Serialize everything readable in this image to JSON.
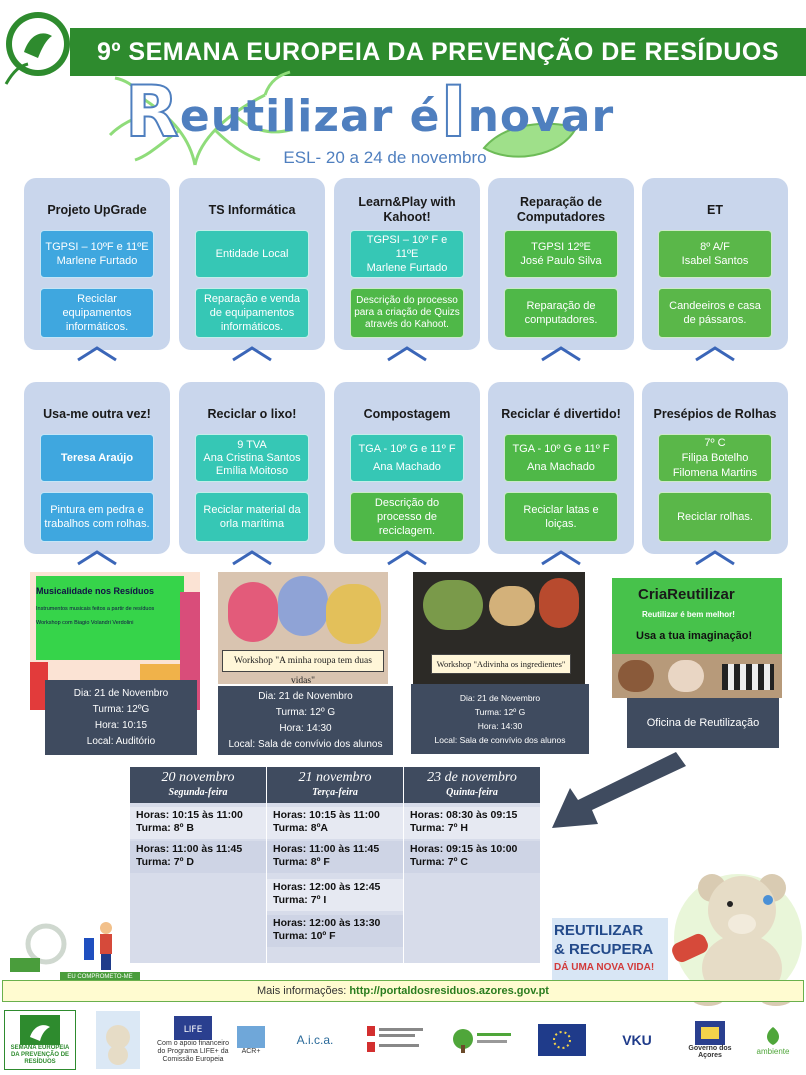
{
  "header": {
    "banner": "9º SEMANA EUROPEIA DA PREVENÇÃO DE RESÍDUOS",
    "title_r": "R",
    "title_a": "eutilizar é ",
    "title_i": "I",
    "title_b": "novar",
    "subtitle": "ESL- 20 a 24 de novembro"
  },
  "row1": [
    {
      "title": "Projeto UpGrade",
      "who": "TGPSI – 10ºF e 11ºE\nMarlene Furtado",
      "what": "Reciclar equipamentos informáticos."
    },
    {
      "title": "TS Informática",
      "who": "Entidade Local",
      "what": "Reparação e venda de equipamentos informáticos."
    },
    {
      "title": "Learn&Play with Kahoot!",
      "who": "TGPSI – 10º F e 11ºE\nMarlene Furtado",
      "what": "Descrição do processo para a criação de Quizs através do Kahoot."
    },
    {
      "title": "Reparação de Computadores",
      "who": "TGPSI 12ºE\nJosé Paulo Silva",
      "what": "Reparação de computadores."
    },
    {
      "title": "ET",
      "who": "8º A/F\nIsabel Santos",
      "what": "Candeeiros e casa de pássaros."
    }
  ],
  "row2": [
    {
      "title": "Usa-me outra vez!",
      "who": "Teresa Araújo",
      "what": "Pintura em pedra e trabalhos com rolhas."
    },
    {
      "title": "Reciclar o lixo!",
      "who": "9 TVA\nAna Cristina Santos\nEmília Moitoso",
      "what": "Reciclar material da orla marítima"
    },
    {
      "title": "Compostagem",
      "who": "TGA - 10º G e 11º F\nAna Machado",
      "what": "Descrição do processo de reciclagem."
    },
    {
      "title": "Reciclar é divertido!",
      "who": "TGA - 10º G e 11º F\nAna Machado",
      "what": "Reciclar latas e loiças."
    },
    {
      "title": "Presépios de Rolhas",
      "who": "7º C\nFilipa Botelho\nFilomena Martins",
      "what": "Reciclar rolhas."
    }
  ],
  "workshops": [
    {
      "poster_title": "Musicalidade nos Resíduos",
      "poster_sub": "Instrumentos musicais feitos a partir de resíduos",
      "poster_sub2": "Workshop com Biagio Volandri Verdolini",
      "lines": [
        "Dia: 21 de Novembro",
        "Turma: 12ºG",
        "Hora: 10:15",
        "Local: Auditório"
      ]
    },
    {
      "poster_title": "Workshop \"A minha roupa tem duas vidas\"",
      "lines": [
        "Dia: 21 de Novembro",
        "Turma: 12º G",
        "Hora: 14:30",
        "Local: Sala de convívio dos alunos"
      ]
    },
    {
      "poster_title": "Workshop \"Adivinha os ingredientes\"",
      "lines": [
        "Dia: 21 de Novembro",
        "Turma: 12º G",
        "Hora: 14:30",
        "Local: Sala de convívio dos alunos"
      ]
    },
    {
      "poster_title": "CriaReutilizar",
      "poster_sub": "Reutilizar é bem melhor!",
      "poster_sub2": "Usa a tua imaginação!",
      "lines": [
        "Oficina de Reutilização"
      ]
    }
  ],
  "schedule": [
    {
      "date": "20 novembro",
      "weekday": "Segunda-feira",
      "slots": [
        {
          "horas": "Horas: 10:15 às 11:00",
          "turma": "Turma: 8º B"
        },
        {
          "horas": "Horas: 11:00 às 11:45",
          "turma": "Turma: 7º D"
        }
      ]
    },
    {
      "date": "21 novembro",
      "weekday": "Terça-feira",
      "slots": [
        {
          "horas": "Horas: 10:15 às 11:00",
          "turma": "Turma: 8ºA"
        },
        {
          "horas": "Horas: 11:00 às 11:45",
          "turma": "Turma: 8º F"
        },
        {
          "horas": "Horas: 12:00 às 12:45",
          "turma": "Turma: 7º I"
        },
        {
          "horas": "Horas: 12:00 às 13:30",
          "turma": "Turma: 10º F"
        }
      ]
    },
    {
      "date": "23 de novembro",
      "weekday": "Quinta-feira",
      "slots": [
        {
          "horas": "Horas: 08:30 às 09:15",
          "turma": "Turma: 7º H"
        },
        {
          "horas": "Horas: 09:15 às 10:00",
          "turma": "Turma: 7º C"
        }
      ]
    }
  ],
  "promo": {
    "l1": "REUTILIZAR",
    "l2": "& RECUPERA",
    "l3": "DÁ UMA NOVA VIDA!"
  },
  "footer": {
    "more_label": "Mais informações: ",
    "more_url": "http://portaldosresiduos.azores.gov.pt",
    "commit": "EU COMPROMETO-ME",
    "sponsor_logo1": "SEMANA EUROPEIA DA PREVENÇÃO DE RESÍDUOS",
    "sponsor_life": "Com o apoio financeiro do Programa LIFE+ da Comissão Europeia",
    "sponsor_acr": "ACR+",
    "sponsor_aica": "A.i.c.a.",
    "sponsor_vku": "VKU",
    "sponsor_gov": "Governo dos Açores",
    "sponsor_amb": "ambiente"
  },
  "colors": {
    "banner": "#2e8b2e",
    "card": "#c9d6ec",
    "dark": "#3f4b5f",
    "blue": "#3fa7df",
    "teal": "#36c7b5",
    "green": "#4fb848"
  }
}
